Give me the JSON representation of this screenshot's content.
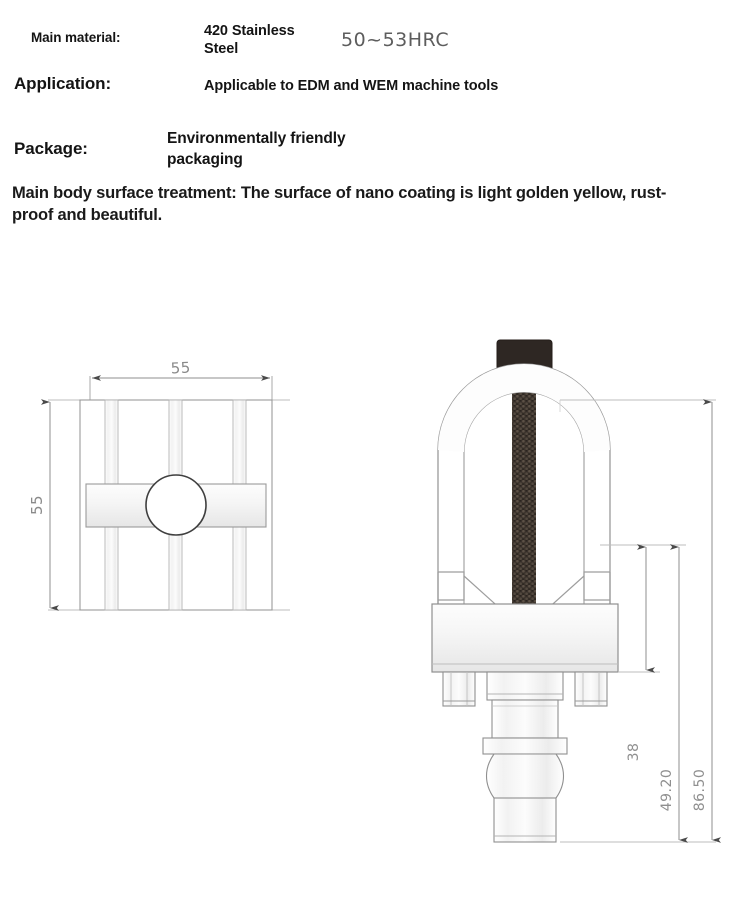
{
  "spec": {
    "material": {
      "label": "Main material:",
      "value": "420 Stainless Steel",
      "hardness": "50~53HRC"
    },
    "application": {
      "label": "Application:",
      "value": "Applicable to EDM and WEM machine tools"
    },
    "package": {
      "label": "Package:",
      "value": "Environmentally friendly packaging"
    },
    "surface_treatment": {
      "text": "Main body surface treatment: The surface of nano coating is light golden yellow, rust-proof and beautiful."
    }
  },
  "drawing": {
    "top_view": {
      "width_dim": "55",
      "height_dim": "55"
    },
    "side_view": {
      "dim_small": "38",
      "dim_medium": "49.20",
      "dim_large": "86.50"
    }
  },
  "colors": {
    "line": "#8c8c8c",
    "line_dark": "#3a3a3a",
    "screw_dark": "#3b332c",
    "head_dark": "#2e2723",
    "dim_text": "#8a8a8a",
    "text": "#141414",
    "hardness_text": "#5d5d5d"
  }
}
